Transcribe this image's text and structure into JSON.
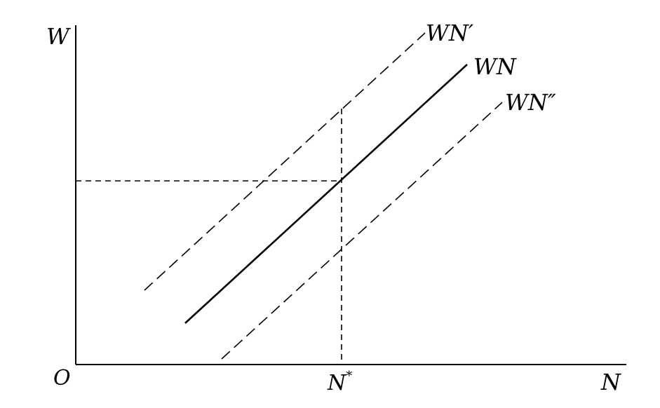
{
  "labels": {
    "y_axis": "W",
    "x_axis": "N",
    "origin": "O",
    "equilibrium_x": "N*",
    "curve_upper": "WN′",
    "curve_main": "WN",
    "curve_lower": "WN″"
  }
}
